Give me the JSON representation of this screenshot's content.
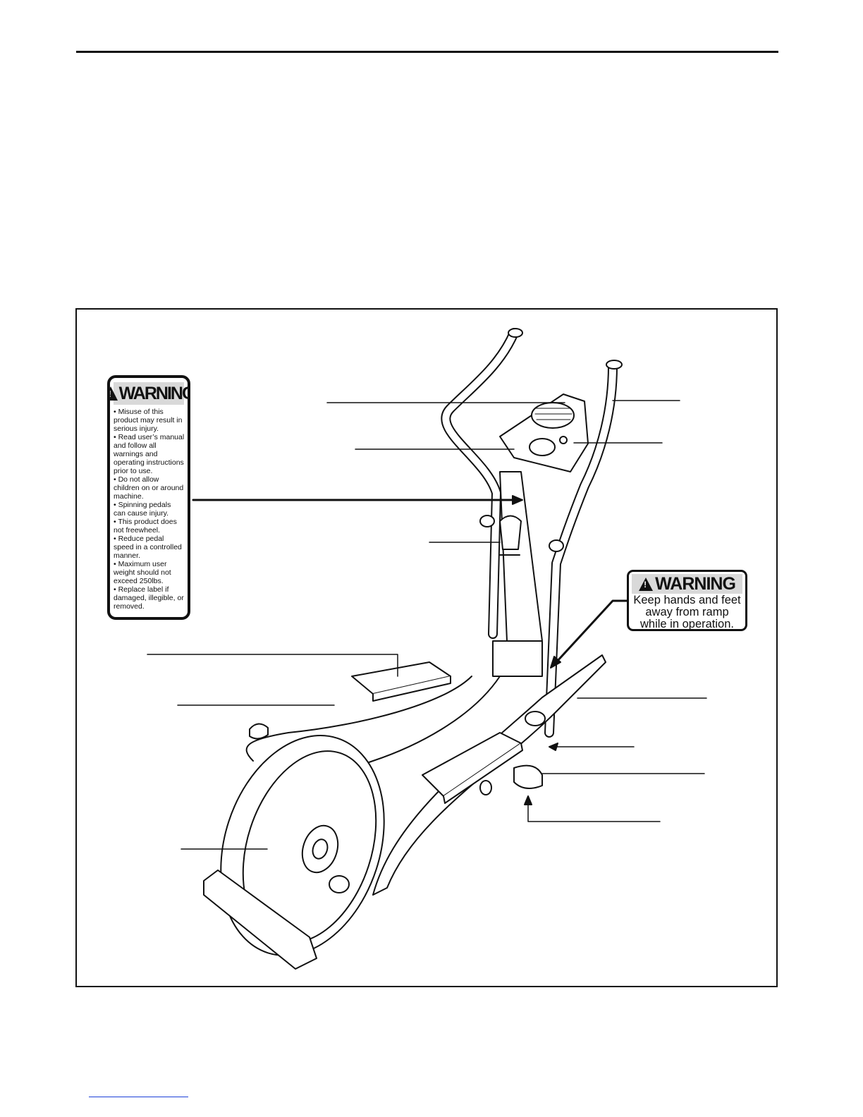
{
  "warning_label_large": {
    "header": "WARNING",
    "items": [
      "• Misuse of this product may result in serious injury.",
      "• Read user’s manual and follow all warnings and operating instructions prior to use.",
      "• Do not allow children on or around machine.",
      "• Spinning pedals can cause injury.",
      "• This product does not freewheel.",
      "• Reduce pedal speed in a controlled manner.",
      "• Maximum user weight should not exceed 250lbs.",
      "• Replace label if damaged, illegible, or removed."
    ]
  },
  "warning_label_ramp": {
    "header": "WARNING",
    "lines": [
      "Keep hands and feet",
      "away from ramp",
      "while in operation."
    ]
  },
  "colors": {
    "ink": "#111111",
    "label_header_bg": "#d9d9d9",
    "footer_link": "#1a3fd8"
  }
}
